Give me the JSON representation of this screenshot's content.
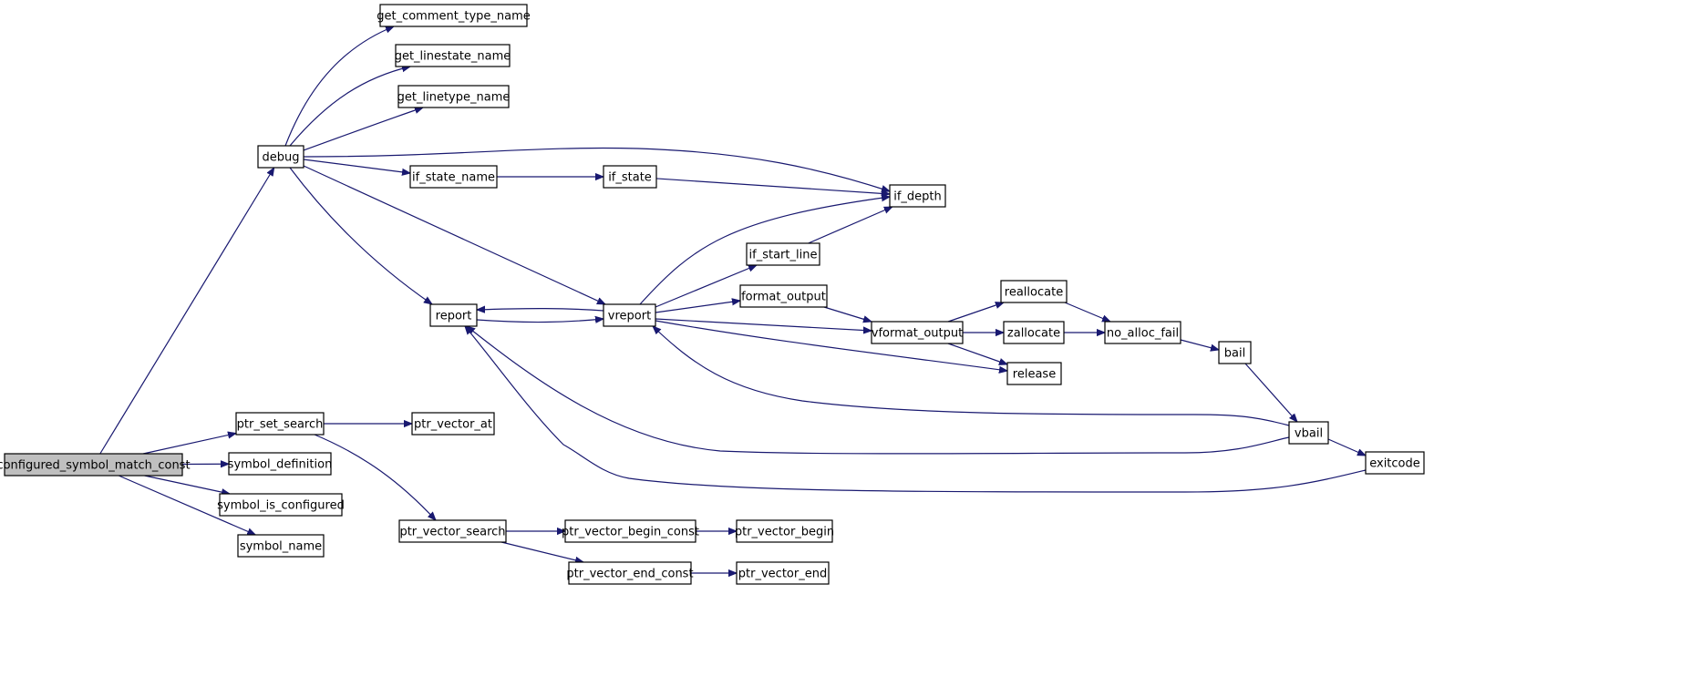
{
  "graph": {
    "colors": {
      "edge": "#191970",
      "node_border": "#000000",
      "node_fill": "#ffffff",
      "root_fill": "#bfbfbf"
    },
    "nodes": [
      {
        "id": "configured_symbol_match_const",
        "label": "configured_symbol_match_const",
        "root": true
      },
      {
        "id": "debug",
        "label": "debug"
      },
      {
        "id": "get_comment_type_name",
        "label": "get_comment_type_name"
      },
      {
        "id": "get_linestate_name",
        "label": "get_linestate_name"
      },
      {
        "id": "get_linetype_name",
        "label": "get_linetype_name"
      },
      {
        "id": "if_state_name",
        "label": "if_state_name"
      },
      {
        "id": "if_state",
        "label": "if_state"
      },
      {
        "id": "if_depth",
        "label": "if_depth"
      },
      {
        "id": "if_start_line",
        "label": "if_start_line"
      },
      {
        "id": "report",
        "label": "report"
      },
      {
        "id": "vreport",
        "label": "vreport"
      },
      {
        "id": "format_output",
        "label": "format_output"
      },
      {
        "id": "vformat_output",
        "label": "vformat_output"
      },
      {
        "id": "reallocate",
        "label": "reallocate"
      },
      {
        "id": "zallocate",
        "label": "zallocate"
      },
      {
        "id": "no_alloc_fail",
        "label": "no_alloc_fail"
      },
      {
        "id": "release",
        "label": "release"
      },
      {
        "id": "bail",
        "label": "bail"
      },
      {
        "id": "vbail",
        "label": "vbail"
      },
      {
        "id": "exitcode",
        "label": "exitcode"
      },
      {
        "id": "ptr_set_search",
        "label": "ptr_set_search"
      },
      {
        "id": "ptr_vector_at",
        "label": "ptr_vector_at"
      },
      {
        "id": "symbol_definition",
        "label": "symbol_definition"
      },
      {
        "id": "symbol_is_configured",
        "label": "symbol_is_configured"
      },
      {
        "id": "symbol_name",
        "label": "symbol_name"
      },
      {
        "id": "ptr_vector_search",
        "label": "ptr_vector_search"
      },
      {
        "id": "ptr_vector_begin_const",
        "label": "ptr_vector_begin_const"
      },
      {
        "id": "ptr_vector_begin",
        "label": "ptr_vector_begin"
      },
      {
        "id": "ptr_vector_end_const",
        "label": "ptr_vector_end_const"
      },
      {
        "id": "ptr_vector_end",
        "label": "ptr_vector_end"
      }
    ],
    "edges": [
      {
        "from": "configured_symbol_match_const",
        "to": "debug"
      },
      {
        "from": "configured_symbol_match_const",
        "to": "ptr_set_search"
      },
      {
        "from": "configured_symbol_match_const",
        "to": "symbol_definition"
      },
      {
        "from": "configured_symbol_match_const",
        "to": "symbol_is_configured"
      },
      {
        "from": "configured_symbol_match_const",
        "to": "symbol_name"
      },
      {
        "from": "debug",
        "to": "get_comment_type_name"
      },
      {
        "from": "debug",
        "to": "get_linestate_name"
      },
      {
        "from": "debug",
        "to": "get_linetype_name"
      },
      {
        "from": "debug",
        "to": "if_depth"
      },
      {
        "from": "debug",
        "to": "if_state_name"
      },
      {
        "from": "debug",
        "to": "report"
      },
      {
        "from": "debug",
        "to": "vreport"
      },
      {
        "from": "if_state_name",
        "to": "if_state"
      },
      {
        "from": "if_state",
        "to": "if_depth"
      },
      {
        "from": "if_start_line",
        "to": "if_depth"
      },
      {
        "from": "vreport",
        "to": "if_depth"
      },
      {
        "from": "vreport",
        "to": "if_start_line"
      },
      {
        "from": "vreport",
        "to": "report"
      },
      {
        "from": "report",
        "to": "vreport"
      },
      {
        "from": "vreport",
        "to": "format_output"
      },
      {
        "from": "vreport",
        "to": "vformat_output"
      },
      {
        "from": "vreport",
        "to": "release"
      },
      {
        "from": "format_output",
        "to": "vformat_output"
      },
      {
        "from": "vformat_output",
        "to": "reallocate"
      },
      {
        "from": "vformat_output",
        "to": "zallocate"
      },
      {
        "from": "vformat_output",
        "to": "release"
      },
      {
        "from": "reallocate",
        "to": "no_alloc_fail"
      },
      {
        "from": "zallocate",
        "to": "no_alloc_fail"
      },
      {
        "from": "no_alloc_fail",
        "to": "bail"
      },
      {
        "from": "bail",
        "to": "vbail"
      },
      {
        "from": "vbail",
        "to": "vreport"
      },
      {
        "from": "vbail",
        "to": "report"
      },
      {
        "from": "vbail",
        "to": "exitcode"
      },
      {
        "from": "exitcode",
        "to": "report"
      },
      {
        "from": "ptr_set_search",
        "to": "ptr_vector_at"
      },
      {
        "from": "ptr_set_search",
        "to": "ptr_vector_search"
      },
      {
        "from": "ptr_vector_search",
        "to": "ptr_vector_begin_const"
      },
      {
        "from": "ptr_vector_search",
        "to": "ptr_vector_end_const"
      },
      {
        "from": "ptr_vector_begin_const",
        "to": "ptr_vector_begin"
      },
      {
        "from": "ptr_vector_end_const",
        "to": "ptr_vector_end"
      }
    ]
  }
}
